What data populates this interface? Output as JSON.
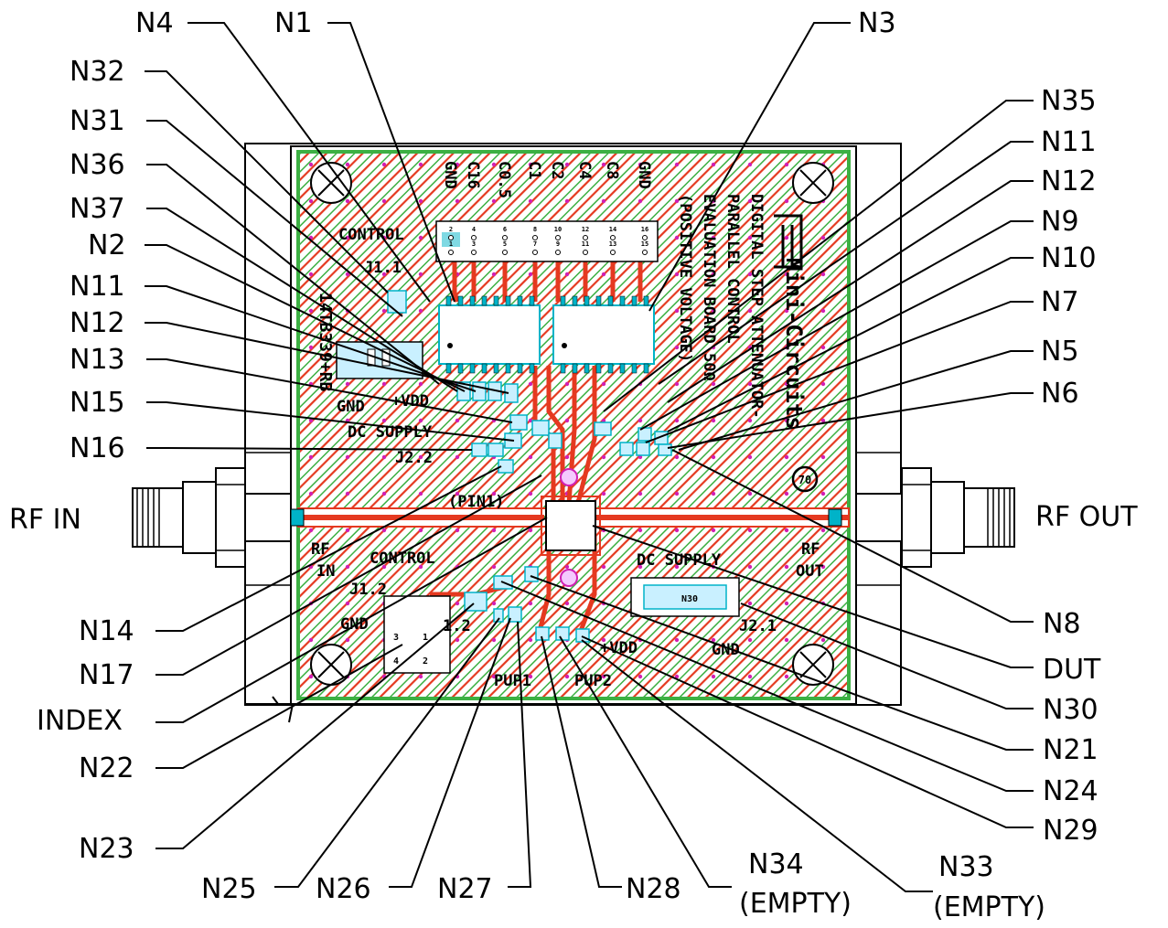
{
  "board": {
    "brand": "Mini-Circuits",
    "title_line1": "DIGITAL STEP ATTENUATOR-",
    "title_line2": "PARALLEL CONTROL",
    "title_line3": "EVALUATION BOARD 50Ω",
    "title_line4": "(POSITIVE VOLTAGE)",
    "part_number": "14TB339+RB",
    "control_header_label": "CONTROL",
    "control_pins": [
      "GND",
      "C16",
      "C0.5",
      "C1",
      "C2",
      "C4",
      "C8",
      "GND"
    ],
    "header_pin_top": [
      "2",
      "4",
      "6",
      "8",
      "10",
      "12",
      "14",
      "16"
    ],
    "header_pin_bottom": [
      "1",
      "3",
      "5",
      "7",
      "9",
      "11",
      "13",
      "15"
    ],
    "j1_1": "J1.1",
    "vdd_label": "+VDD",
    "gnd_label": "GND",
    "dc_supply_label": "DC SUPPLY",
    "j2_2": "J2.2",
    "pin1_label": "(PIN1)",
    "rf_in_board": [
      "RF",
      "IN"
    ],
    "rf_out_board": [
      "RF",
      "OUT"
    ],
    "control_label_bottom": "CONTROL",
    "j1_2": "J1.2",
    "gnd_left": "GND",
    "j1_2_short": "1.2",
    "pup1": "PUP1",
    "pup2": "PUP2",
    "vdd_bottom": "+VDD",
    "dc_supply_bottom": "DC SUPPLY",
    "n30_on_board": "N30",
    "j2_1": "J2.1",
    "gnd_bottom_right": "GND",
    "lower_header_pins": [
      "3",
      "1",
      "4",
      "2"
    ],
    "ul_mark": "70"
  },
  "external": {
    "rf_in": "RF  IN",
    "rf_out": "RF  OUT"
  },
  "callouts": {
    "N4": "N4",
    "N1": "N1",
    "N3": "N3",
    "N32": "N32",
    "N35": "N35",
    "N31": "N31",
    "N11a": "N11",
    "N36": "N36",
    "N12a": "N12",
    "N37": "N37",
    "N9": "N9",
    "N2": "N2",
    "N10": "N10",
    "N11b": "N11",
    "N7": "N7",
    "N12b": "N12",
    "N13": "N13",
    "N5": "N5",
    "N6": "N6",
    "N15": "N15",
    "N16": "N16",
    "N14": "N14",
    "N8": "N8",
    "N17": "N17",
    "DUT": "DUT",
    "INDEX": "INDEX",
    "N30": "N30",
    "N22": "N22",
    "N21": "N21",
    "N24": "N24",
    "N29": "N29",
    "N23": "N23",
    "N25": "N25",
    "N26": "N26",
    "N27": "N27",
    "N28": "N28",
    "N34": "N34",
    "N34_note": "(EMPTY)",
    "N33": "N33",
    "N33_note": "(EMPTY)"
  },
  "colors": {
    "trace": "#e53920",
    "ground_fill": "#3cb043",
    "via": "#d21fb4",
    "pad": "#00b3c8",
    "component_fill": "#c9f0ff",
    "ink": "#000000"
  }
}
